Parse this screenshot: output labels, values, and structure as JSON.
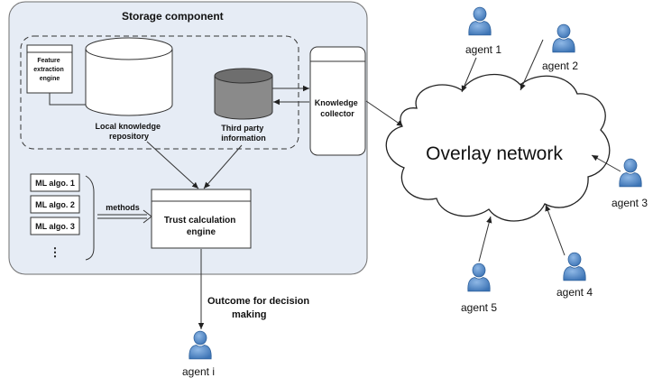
{
  "storage": {
    "title": "Storage component",
    "feature_engine": [
      "Feature",
      "extraction",
      "engine"
    ],
    "local_repo": [
      "Local knowledge",
      "repository"
    ],
    "third_party": [
      "Third party",
      "information"
    ],
    "knowledge_collector": [
      "Knowledge",
      "collector"
    ],
    "ml_algos": [
      "ML algo. 1",
      "ML algo. 2",
      "ML algo. 3"
    ],
    "ellipsis": "⋮",
    "methods": "methods",
    "trust_engine": [
      "Trust calculation",
      "engine"
    ]
  },
  "outcome": [
    "Outcome for decision",
    "making"
  ],
  "overlay": "Overlay network",
  "agents": {
    "agent1": "agent 1",
    "agent2": "agent 2",
    "agent3": "agent 3",
    "agent4": "agent 4",
    "agent5": "agent 5",
    "agenti": "agent i"
  },
  "colors": {
    "storage_fill": "#e6ecf5",
    "agent_blue": "#4e86c6",
    "agent_dark": "#2c5f9a",
    "third_party_fill": "#8a8a8a"
  },
  "icons": {
    "agent": "person-icon"
  }
}
